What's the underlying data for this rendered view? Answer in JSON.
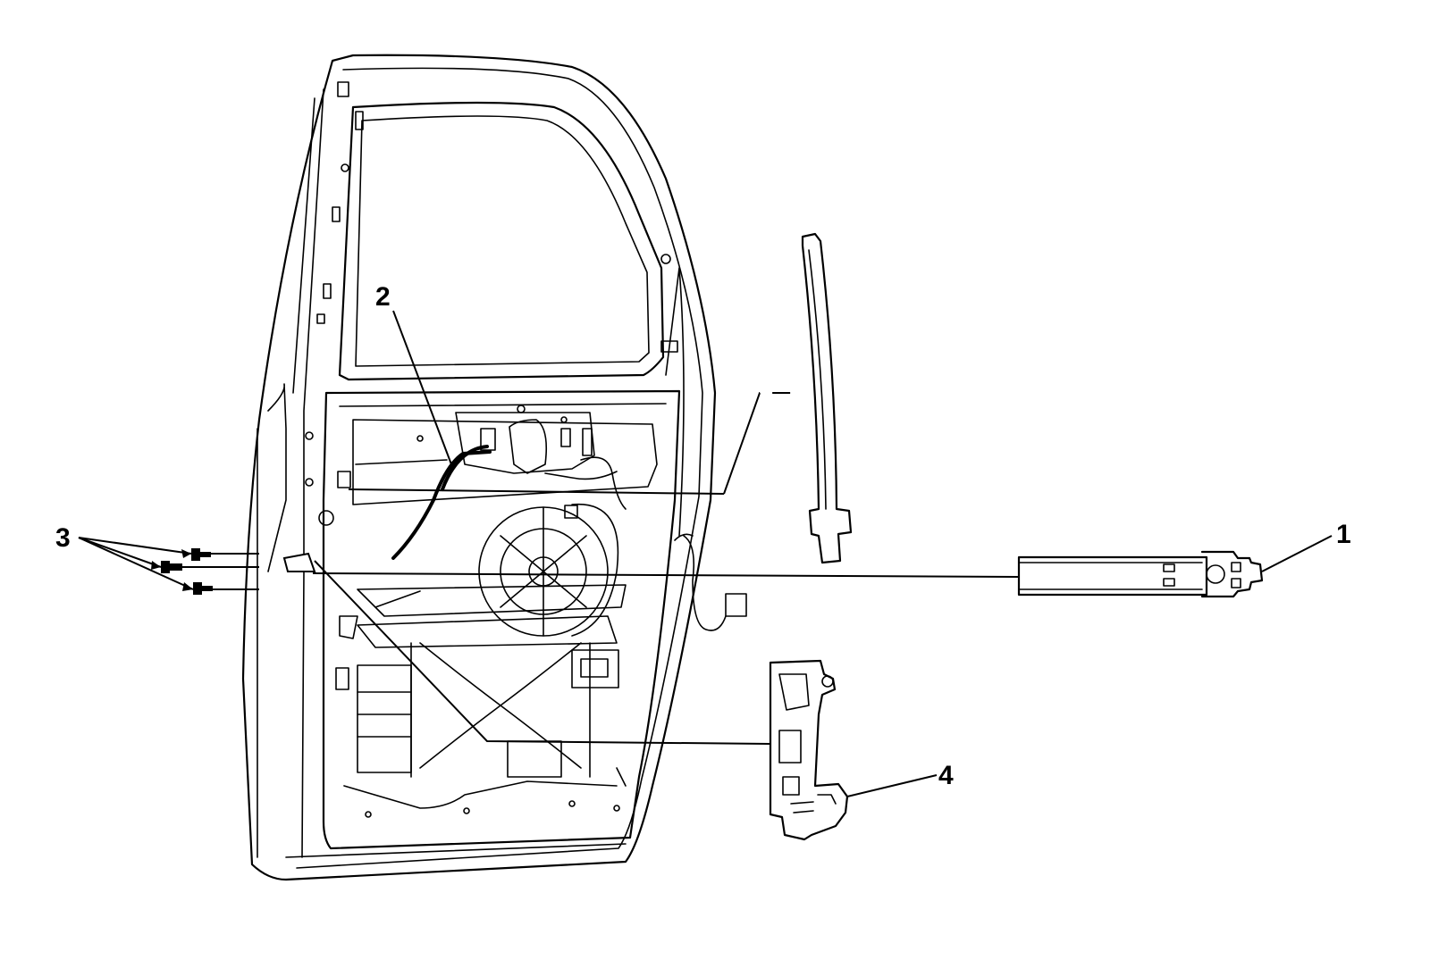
{
  "callouts": [
    {
      "id": "1",
      "label": "1"
    },
    {
      "id": "2",
      "label": "2"
    },
    {
      "id": "3",
      "label": "3"
    },
    {
      "id": "4",
      "label": "4"
    }
  ],
  "colors": {
    "line": "#000000",
    "background": "#ffffff",
    "fill_dark": "#000000"
  }
}
